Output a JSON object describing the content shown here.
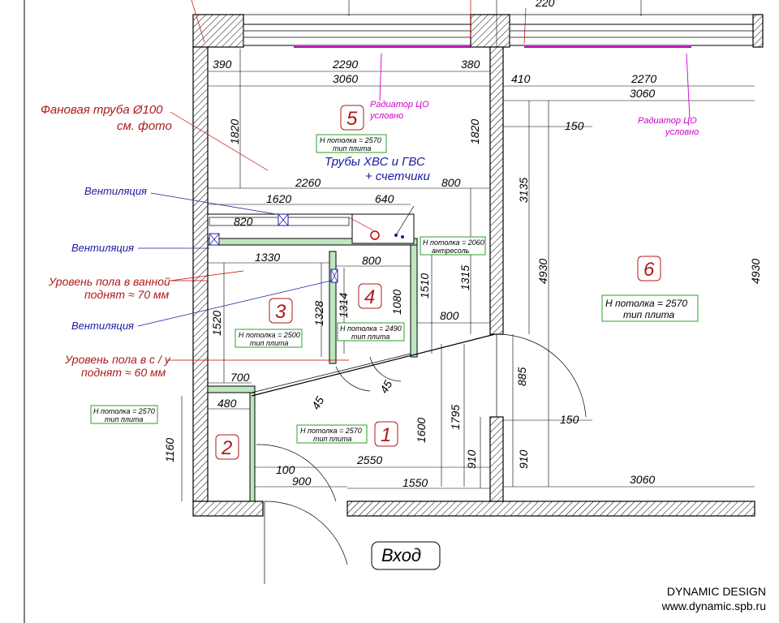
{
  "rooms": [
    {
      "num": "1"
    },
    {
      "num": "2"
    },
    {
      "num": "3"
    },
    {
      "num": "4"
    },
    {
      "num": "5"
    },
    {
      "num": "6"
    }
  ],
  "dimensions": {
    "d390": "390",
    "d2290": "2290",
    "d380": "380",
    "d3060a": "3060",
    "d410": "410",
    "d2270": "2270",
    "d3060b": "3060",
    "d150a": "150",
    "d1820a": "1820",
    "d1820b": "1820",
    "d2260": "2260",
    "d800a": "800",
    "d1620": "1620",
    "d640": "640",
    "d820": "820",
    "d3135": "3135",
    "d1330": "1330",
    "d800b": "800",
    "d1080": "1080",
    "d1510": "1510",
    "d1315": "1315",
    "d4930": "4930",
    "d1328": "1328",
    "d1314": "1314",
    "d1520": "1520",
    "d800c": "800",
    "d700": "700",
    "d45a": "45",
    "d45b": "45",
    "d885": "885",
    "d480": "480",
    "d1795": "1795",
    "d1600": "1600",
    "d150b": "150",
    "d1160": "1160",
    "d910a": "910",
    "d910b": "910",
    "d100": "100",
    "d2550": "2550",
    "d900": "900",
    "d1550": "1550",
    "d3060c": "3060",
    "d220": "220",
    "d4930b": "4930"
  },
  "annotations": {
    "fan_pipe_1": "Фановая труба  Ø100",
    "fan_pipe_2": "см. фото",
    "radiator_1a": "Радиатор ЦО",
    "radiator_1b": "условно",
    "radiator_2a": "Радиатор ЦО",
    "radiator_2b": "условно",
    "pipes_1": "Трубы ХВС  и ГВС",
    "pipes_2": "+ счетчики",
    "vent_1": "Вентиляция",
    "vent_2": "Вентиляция",
    "vent_3": "Вентиляция",
    "floor_bath_1": "Уровень пола в ванной",
    "floor_bath_2": "поднят ≈ 70 мм",
    "floor_wc_1": "Уровень пола в с / у",
    "floor_wc_2": "поднят ≈ 60 мм",
    "entry": "Вход"
  },
  "ceilings": {
    "c5_1": "Н потолка = 2570",
    "c5_2": "тип плита",
    "c_antres_1": "Н потолка = 2060",
    "c_antres_2": "антресоль",
    "c6_1": "Н потолка = 2570",
    "c6_2": "тип плита",
    "c3_1": "Н потолка = 2500",
    "c3_2": "тип плита",
    "c4_1": "Н потолка = 2490",
    "c4_2": "тип плита",
    "c2_1": "Н потолка = 2570",
    "c2_2": "тип плита",
    "c1_1": "Н потолка = 2570",
    "c1_2": "тип плита"
  },
  "footer": {
    "brand": "DYNAMIC DESIGN",
    "url": "www.dynamic.spb.ru"
  },
  "colors": {
    "room_number": "#b01818",
    "annotation_red": "#b01818",
    "annotation_blue": "#1a1aa0",
    "radiator": "#cc00cc",
    "ceiling_box": "#2aa02a",
    "partition_fill": "#bfe6bf"
  }
}
